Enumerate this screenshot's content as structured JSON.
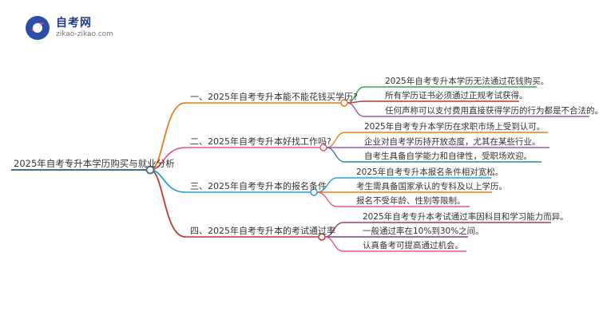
{
  "logo": {
    "brand": "自考网",
    "url": "zikao-zikao.com"
  },
  "colors": {
    "root": "#4a6d8c",
    "branch1": "#e67e22",
    "leaf1": "#3aa356",
    "branch2": "#e65a78",
    "leaf2": "#9b59b6",
    "branch3": "#2aa0d8",
    "leaf3": "#2aa0d8",
    "branch4": "#c0392b",
    "leaf4": "#9b3f6e"
  },
  "root": "2025年自考专升本学历购买与就业分析",
  "branches": [
    {
      "label": "一、2025年自考专升本能不能花钱买学历?",
      "leaves": [
        "2025年自考专升本学历无法通过花钱购买。",
        "所有学历证书必须通过正规考试获得。",
        "任何声称可以支付费用直接获得学历的行为都是不合法的。"
      ]
    },
    {
      "label": "二、2025年自考专升本好找工作吗?",
      "leaves": [
        "2025年自考专升本学历在求职市场上受到认可。",
        "企业对自考学历持开放态度，尤其在某些行业。",
        "自考生具备自学能力和自律性，受职场欢迎。"
      ]
    },
    {
      "label": "三、2025年自考专升本的报名条件",
      "leaves": [
        "2025年自考专升本报名条件相对宽松。",
        "考生需具备国家承认的专科及以上学历。",
        "报名不受年龄、性别等限制。"
      ]
    },
    {
      "label": "四、2025年自考专升本的考试通过率",
      "leaves": [
        "2025年自考专升本考试通过率因科目和学习能力而异。",
        "一般通过率在10%到30%之间。",
        "认真备考可提高通过机会。"
      ]
    }
  ]
}
